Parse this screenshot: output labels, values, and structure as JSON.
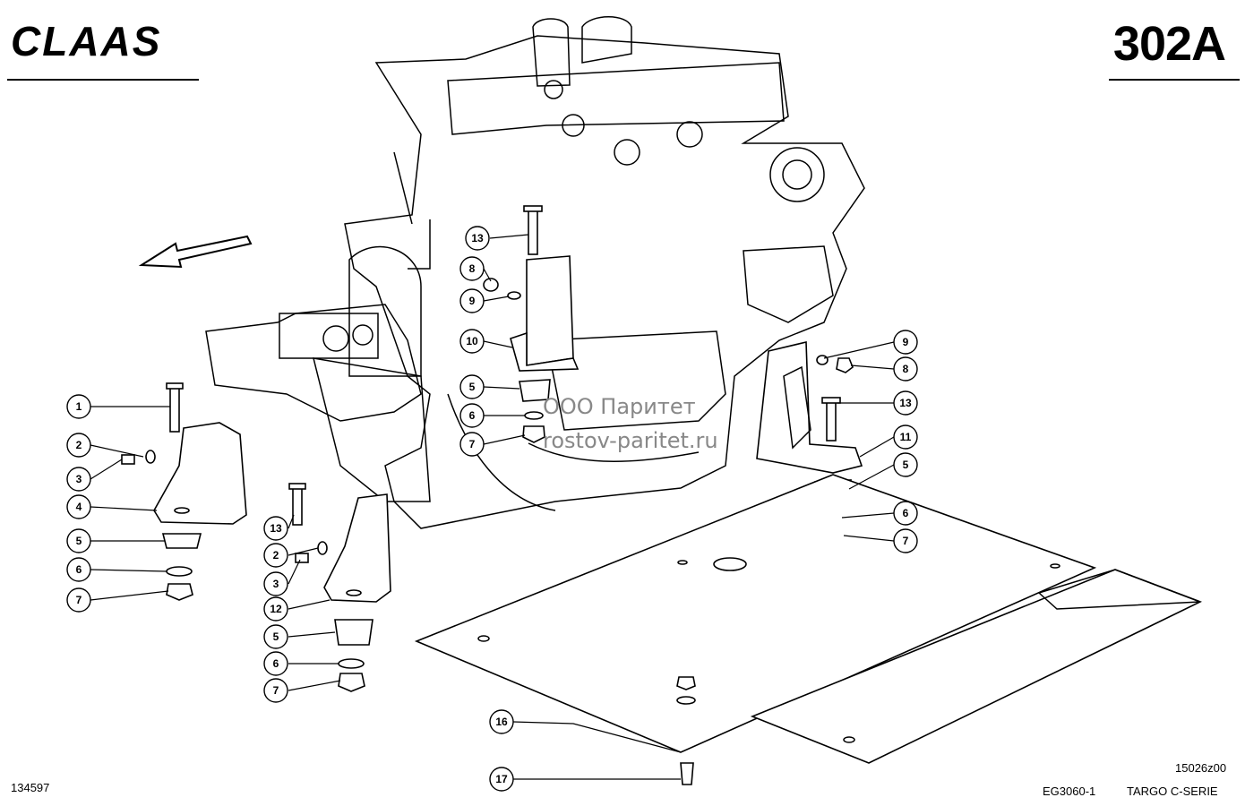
{
  "header": {
    "brand": "CLAAS",
    "sheet_number": "302A"
  },
  "footer": {
    "drawing_id": "134597",
    "figure_ref": "15026z00",
    "group_code": "EG3060-1",
    "series": "TARGO C-SERIE"
  },
  "watermark": {
    "line1": "ООО Паритет",
    "line2": "rostov-paritet.ru"
  },
  "callouts": {
    "c1": "1",
    "c2a": "2",
    "c2b": "2",
    "c3a": "3",
    "c3b": "3",
    "c4": "4",
    "c5a": "5",
    "c5b": "5",
    "c5c": "5",
    "c5d": "5",
    "c6a": "6",
    "c6b": "6",
    "c6c": "6",
    "c6d": "6",
    "c7a": "7",
    "c7b": "7",
    "c7c": "7",
    "c7d": "7",
    "c8a": "8",
    "c8b": "8",
    "c9a": "9",
    "c9b": "9",
    "c10": "10",
    "c11": "11",
    "c12": "12",
    "c13a": "13",
    "c13b": "13",
    "c13c": "13",
    "c16": "16",
    "c17": "17"
  }
}
